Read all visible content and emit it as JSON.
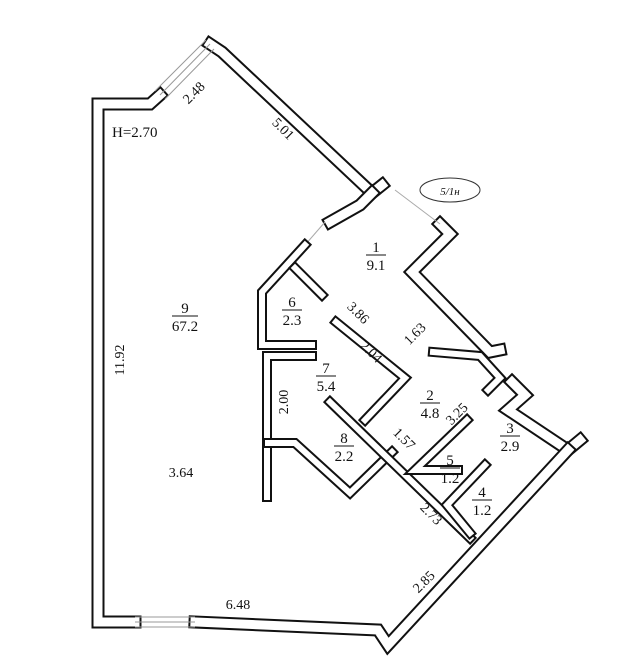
{
  "plan": {
    "ceiling_height": "H=2.70",
    "unit_tag": "5/1н",
    "rooms": [
      {
        "number": "1",
        "area": "9.1"
      },
      {
        "number": "2",
        "area": "4.8"
      },
      {
        "number": "3",
        "area": "2.9"
      },
      {
        "number": "4",
        "area": "1.2"
      },
      {
        "number": "5",
        "area": "1.2"
      },
      {
        "number": "6",
        "area": "2.3"
      },
      {
        "number": "7",
        "area": "5.4"
      },
      {
        "number": "8",
        "area": "2.2"
      },
      {
        "number": "9",
        "area": "67.2"
      }
    ],
    "dimensions": {
      "d248": "2.48",
      "d501": "5.01",
      "d1192": "11.92",
      "d386": "3.86",
      "d163": "1.63",
      "d204": "2.04",
      "d200": "2.00",
      "d325": "3.25",
      "d157": "1.57",
      "d364": "3.64",
      "d273": "2.73",
      "d285": "2.85",
      "d648": "6.48"
    }
  }
}
